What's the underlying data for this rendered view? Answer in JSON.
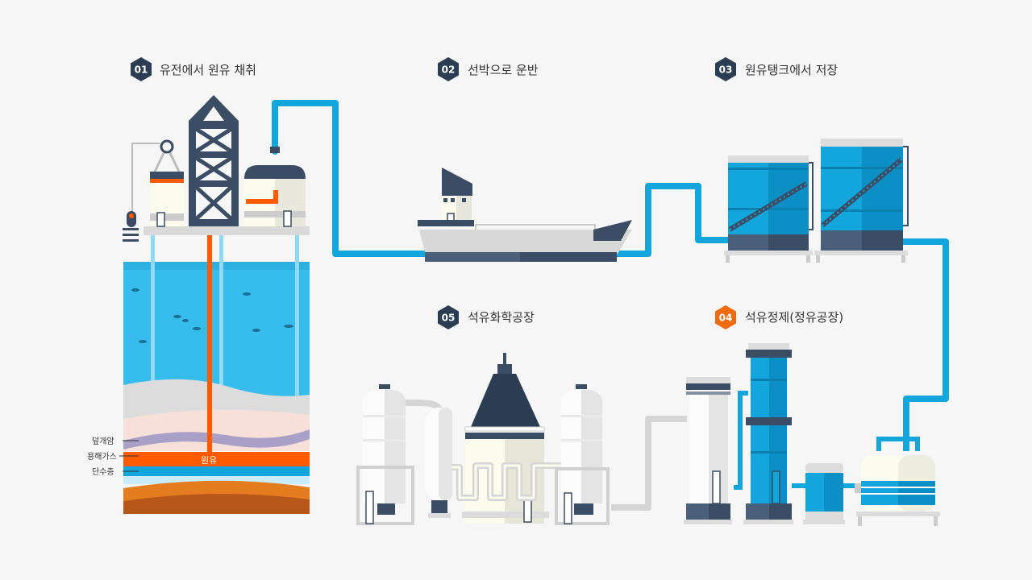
{
  "colors": {
    "badge_dark": "#2b3d52",
    "badge_accent": "#f26a0f",
    "pipe_blue": "#12a6dd",
    "crude_orange": "#ff5a00",
    "sea": "#36bdee"
  },
  "steps": [
    {
      "num": "01",
      "label": "유전에서 원유 채취"
    },
    {
      "num": "02",
      "label": "선박으로 운반"
    },
    {
      "num": "03",
      "label": "원유탱크에서 저장"
    },
    {
      "num": "04",
      "label": "석유정제(정유공장)"
    },
    {
      "num": "05",
      "label": "석유화학공장"
    }
  ],
  "layers": [
    "덮개암",
    "용해가스",
    "단수층"
  ],
  "crude_label": "원유"
}
